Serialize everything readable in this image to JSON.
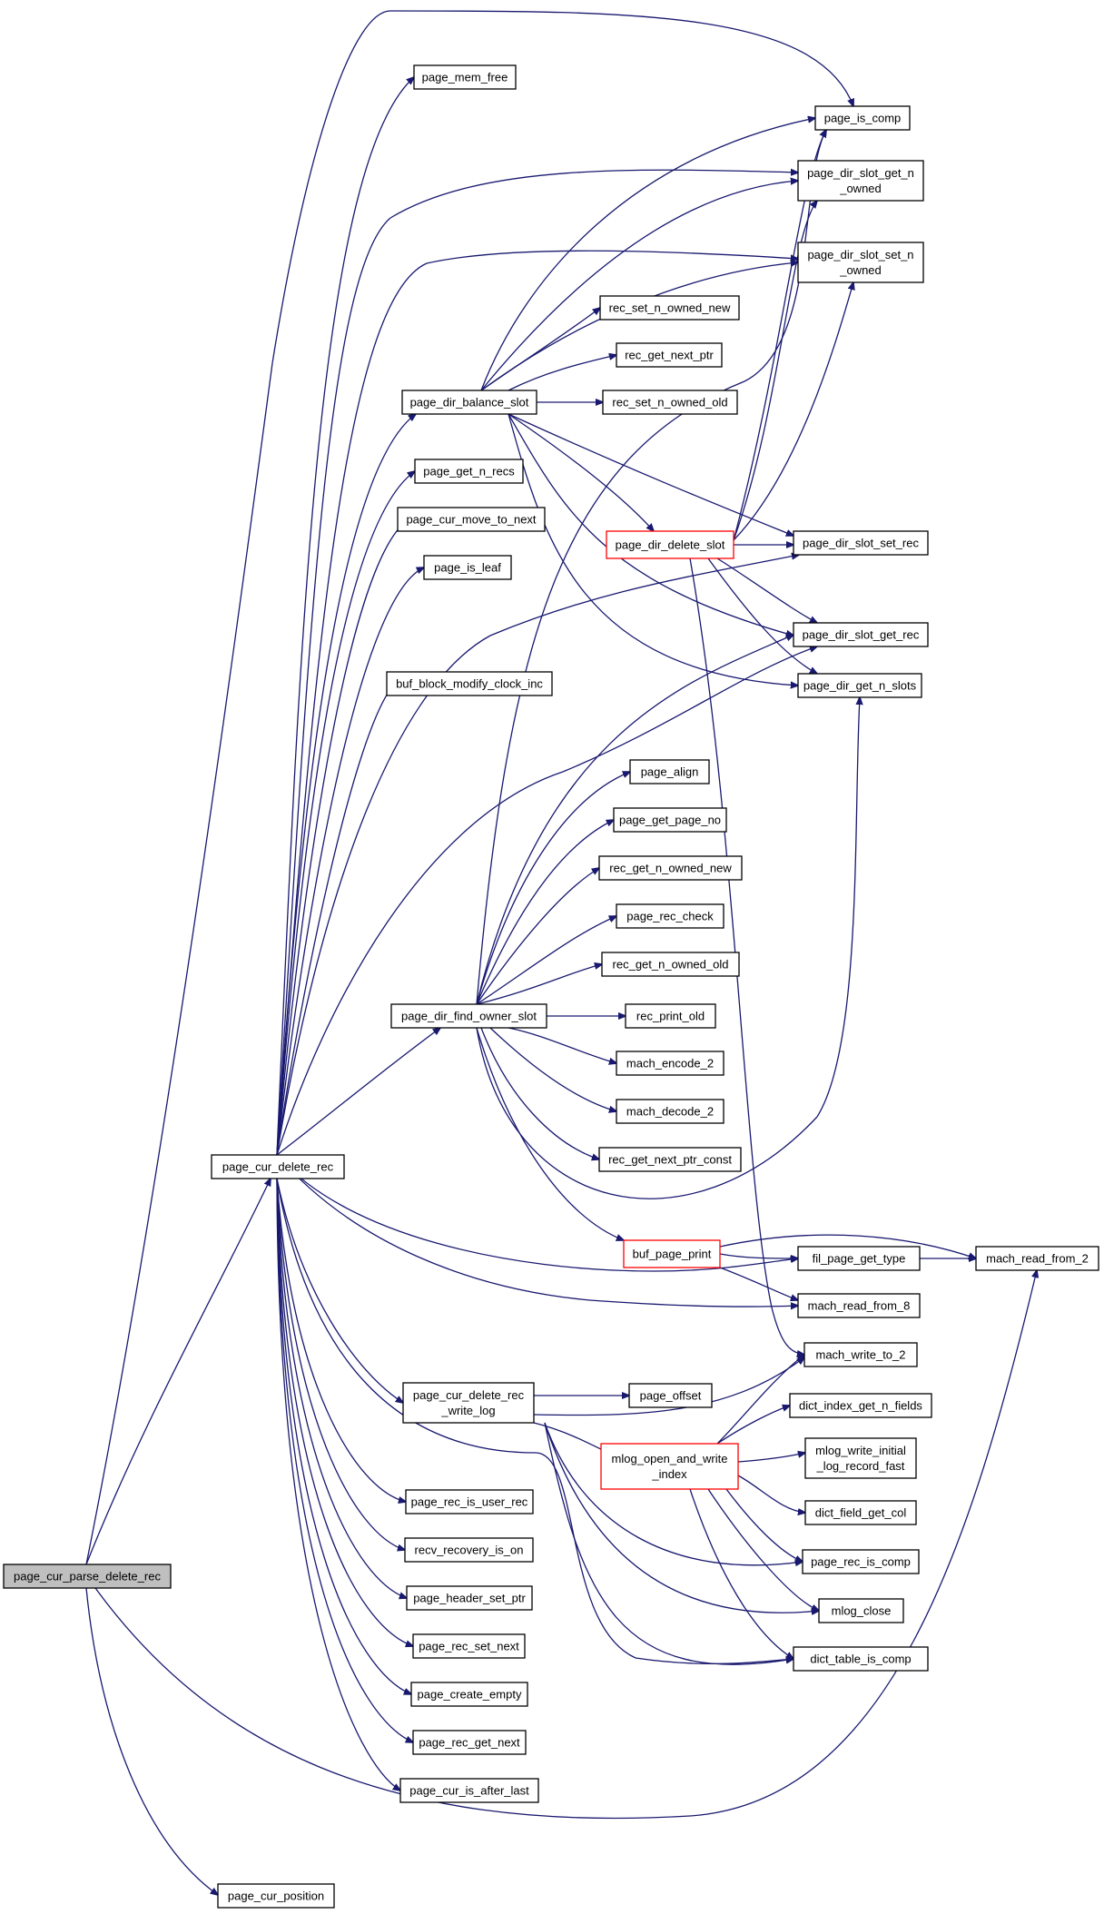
{
  "diagram": {
    "type": "call-graph",
    "colors": {
      "edge": "#191970",
      "node_border": "#000000",
      "node_fill": "#ffffff",
      "root_fill": "#bfbfbf",
      "truncated_border": "#ff0000"
    },
    "nodes": {
      "parse_delete_rec": {
        "lines": [
          "page_cur_parse_delete_rec"
        ],
        "root": true
      },
      "delete_rec": {
        "lines": [
          "page_cur_delete_rec"
        ]
      },
      "page_cur_position": {
        "lines": [
          "page_cur_position"
        ]
      },
      "page_mem_free": {
        "lines": [
          "page_mem_free"
        ]
      },
      "dir_balance_slot": {
        "lines": [
          "page_dir_balance_slot"
        ]
      },
      "get_n_recs": {
        "lines": [
          "page_get_n_recs"
        ]
      },
      "move_to_next": {
        "lines": [
          "page_cur_move_to_next"
        ]
      },
      "page_is_leaf": {
        "lines": [
          "page_is_leaf"
        ]
      },
      "buf_block_modify": {
        "lines": [
          "buf_block_modify_clock_inc"
        ]
      },
      "dir_find_owner": {
        "lines": [
          "page_dir_find_owner_slot"
        ]
      },
      "delete_rec_write_log": {
        "lines": [
          "page_cur_delete_rec",
          "_write_log"
        ]
      },
      "rec_is_user_rec": {
        "lines": [
          "page_rec_is_user_rec"
        ]
      },
      "recv_recovery": {
        "lines": [
          "recv_recovery_is_on"
        ]
      },
      "header_set_ptr": {
        "lines": [
          "page_header_set_ptr"
        ]
      },
      "rec_set_next": {
        "lines": [
          "page_rec_set_next"
        ]
      },
      "create_empty": {
        "lines": [
          "page_create_empty"
        ]
      },
      "rec_get_next": {
        "lines": [
          "page_rec_get_next"
        ]
      },
      "is_after_last": {
        "lines": [
          "page_cur_is_after_last"
        ]
      },
      "rec_set_n_owned_new": {
        "lines": [
          "rec_set_n_owned_new"
        ]
      },
      "rec_get_next_ptr": {
        "lines": [
          "rec_get_next_ptr"
        ]
      },
      "rec_set_n_owned_old": {
        "lines": [
          "rec_set_n_owned_old"
        ]
      },
      "dir_delete_slot": {
        "lines": [
          "page_dir_delete_slot"
        ],
        "truncated": true
      },
      "page_align": {
        "lines": [
          "page_align"
        ]
      },
      "get_page_no": {
        "lines": [
          "page_get_page_no"
        ]
      },
      "rec_get_n_owned_new": {
        "lines": [
          "rec_get_n_owned_new"
        ]
      },
      "rec_check": {
        "lines": [
          "page_rec_check"
        ]
      },
      "rec_get_n_owned_old": {
        "lines": [
          "rec_get_n_owned_old"
        ]
      },
      "rec_print_old": {
        "lines": [
          "rec_print_old"
        ]
      },
      "mach_encode_2": {
        "lines": [
          "mach_encode_2"
        ]
      },
      "mach_decode_2": {
        "lines": [
          "mach_decode_2"
        ]
      },
      "rec_get_next_ptr_const": {
        "lines": [
          "rec_get_next_ptr_const"
        ]
      },
      "buf_page_print": {
        "lines": [
          "buf_page_print"
        ],
        "truncated": true
      },
      "page_offset": {
        "lines": [
          "page_offset"
        ]
      },
      "mlog_open_write_index": {
        "lines": [
          "mlog_open_and_write",
          "_index"
        ],
        "truncated": true
      },
      "page_is_comp": {
        "lines": [
          "page_is_comp"
        ]
      },
      "slot_get_n_owned": {
        "lines": [
          "page_dir_slot_get_n",
          "_owned"
        ]
      },
      "slot_set_n_owned": {
        "lines": [
          "page_dir_slot_set_n",
          "_owned"
        ]
      },
      "slot_set_rec": {
        "lines": [
          "page_dir_slot_set_rec"
        ]
      },
      "slot_get_rec": {
        "lines": [
          "page_dir_slot_get_rec"
        ]
      },
      "get_n_slots": {
        "lines": [
          "page_dir_get_n_slots"
        ]
      },
      "fil_page_get_type": {
        "lines": [
          "fil_page_get_type"
        ]
      },
      "mach_read_from_8": {
        "lines": [
          "mach_read_from_8"
        ]
      },
      "mach_write_to_2": {
        "lines": [
          "mach_write_to_2"
        ]
      },
      "dict_index_get_n_fields": {
        "lines": [
          "dict_index_get_n_fields"
        ]
      },
      "mlog_write_initial": {
        "lines": [
          "mlog_write_initial",
          "_log_record_fast"
        ]
      },
      "dict_field_get_col": {
        "lines": [
          "dict_field_get_col"
        ]
      },
      "page_rec_is_comp": {
        "lines": [
          "page_rec_is_comp"
        ]
      },
      "mlog_close": {
        "lines": [
          "mlog_close"
        ]
      },
      "dict_table_is_comp": {
        "lines": [
          "dict_table_is_comp"
        ]
      },
      "mach_read_from_2": {
        "lines": [
          "mach_read_from_2"
        ]
      }
    }
  }
}
